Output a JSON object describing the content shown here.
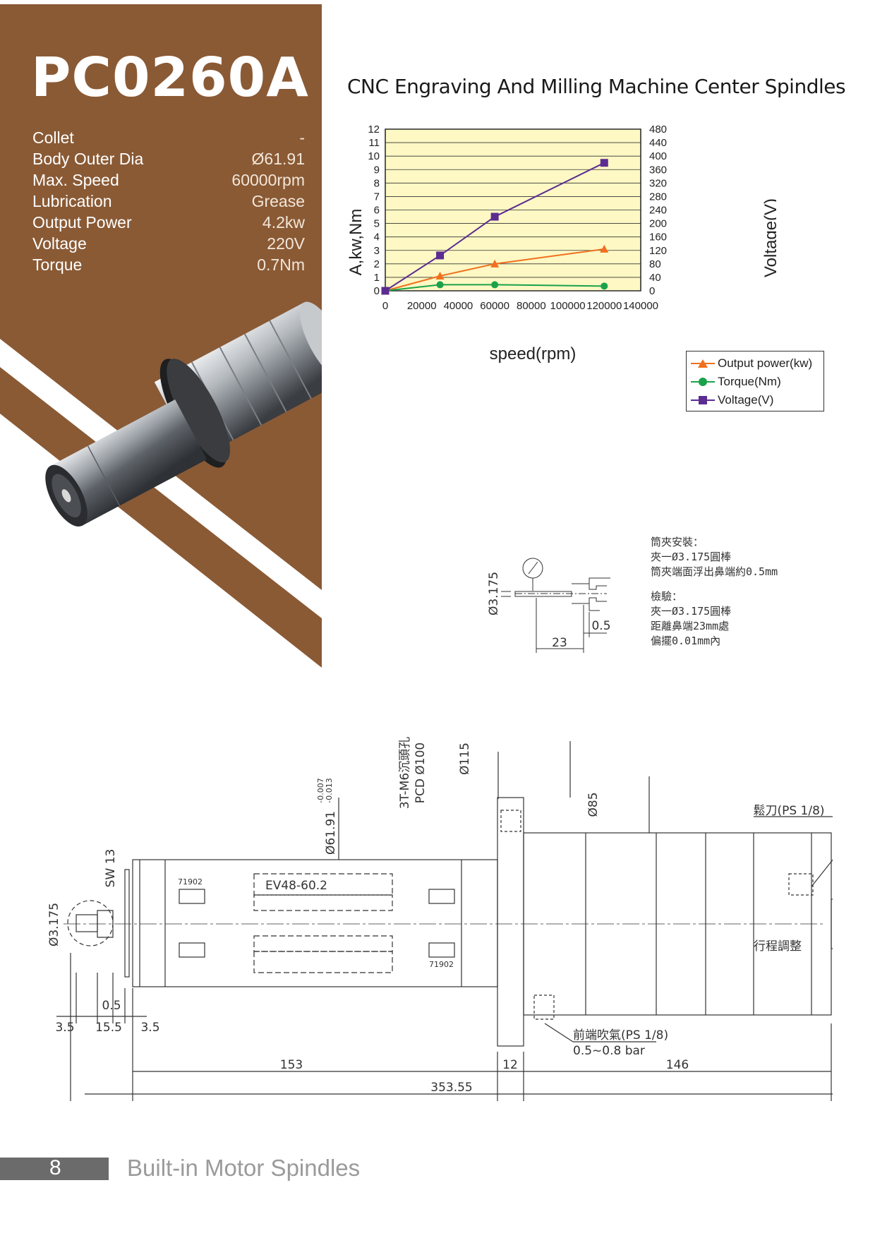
{
  "model": "PC0260A",
  "heading": "CNC Engraving And Milling Machine Center Spindles",
  "specs": [
    {
      "label": "Collet",
      "value": "-"
    },
    {
      "label": "Body Outer Dia",
      "value": "Ø61.91"
    },
    {
      "label": "Max. Speed",
      "value": "60000rpm"
    },
    {
      "label": "Lubrication",
      "value": "Grease"
    },
    {
      "label": "Output Power",
      "value": "4.2kw"
    },
    {
      "label": "Voltage",
      "value": "220V"
    },
    {
      "label": "Torque",
      "value": "0.7Nm"
    }
  ],
  "colors": {
    "brown": "#8a5a35",
    "chart_bg": "#fdf8c4",
    "power": "#f0701e",
    "torque": "#1aa24b",
    "voltage": "#5b2c91"
  },
  "chart_data": {
    "type": "line",
    "xlabel": "speed(rpm)",
    "ylabel": "A,kw,Nm",
    "y2label": "Voltage(V)",
    "xlim": [
      0,
      140000
    ],
    "ylim": [
      0,
      12
    ],
    "y2lim": [
      0,
      480
    ],
    "x_ticks": [
      "0",
      "20000",
      "40000",
      "60000",
      "80000",
      "100000",
      "120000",
      "140000"
    ],
    "y_ticks": [
      "0",
      "1",
      "2",
      "3",
      "4",
      "5",
      "6",
      "7",
      "8",
      "9",
      "10",
      "11",
      "12"
    ],
    "y2_ticks": [
      "0",
      "40",
      "80",
      "120",
      "160",
      "200",
      "240",
      "280",
      "320",
      "360",
      "400",
      "440",
      "480"
    ],
    "grid": true,
    "legend_position": "bottom-right",
    "series": [
      {
        "name": "Output power(kw)",
        "axis": "left",
        "marker": "triangle",
        "x": [
          0,
          30000,
          60000,
          120000
        ],
        "y": [
          0,
          1.1,
          2.0,
          3.1
        ]
      },
      {
        "name": "Torque(Nm)",
        "axis": "left",
        "marker": "circle",
        "x": [
          0,
          30000,
          60000,
          120000
        ],
        "y": [
          0,
          0.45,
          0.45,
          0.35
        ]
      },
      {
        "name": "Voltage(V)",
        "axis": "right",
        "marker": "square",
        "x": [
          0,
          30000,
          60000,
          120000
        ],
        "y": [
          0,
          105,
          220,
          380
        ]
      }
    ]
  },
  "detail": {
    "dim_dia": "Ø3.175",
    "dim_23": "23",
    "dim_05": "0.5",
    "notes": [
      "筒夾安裝：",
      "夾一Ø3.175圓棒",
      "筒夾端面浮出鼻端約0.5mm",
      "",
      "檢驗：",
      "夾一Ø3.175圓棒",
      "距離鼻端23mm處",
      "偏擺0.01mm內"
    ]
  },
  "drawing": {
    "bore": "Ø3.175",
    "sw": "SW 13",
    "body_dia": "Ø61.91",
    "body_tol_upper": "-0.007",
    "body_tol_lower": "-0.013",
    "mount_holes": "3T-M6沉頭孔",
    "pcd": "PCD Ø100",
    "flange_dia": "Ø115",
    "rear_dia": "Ø85",
    "release": "鬆刀(PS 1/8)",
    "motor": "EV48-60.2",
    "bearing_front": "71902",
    "bearing_front2": "71902",
    "stroke": "行程調整",
    "air": "前端吹氣(PS 1/8)",
    "air_pressure": "0.5~0.8 bar",
    "d_05": "0.5",
    "d_35a": "3.5",
    "d_155": "15.5",
    "d_35b": "3.5",
    "d_153": "153",
    "d_12": "12",
    "d_146": "146",
    "d_total": "353.55"
  },
  "footer": {
    "page": "8",
    "title": "Built-in Motor Spindles"
  }
}
